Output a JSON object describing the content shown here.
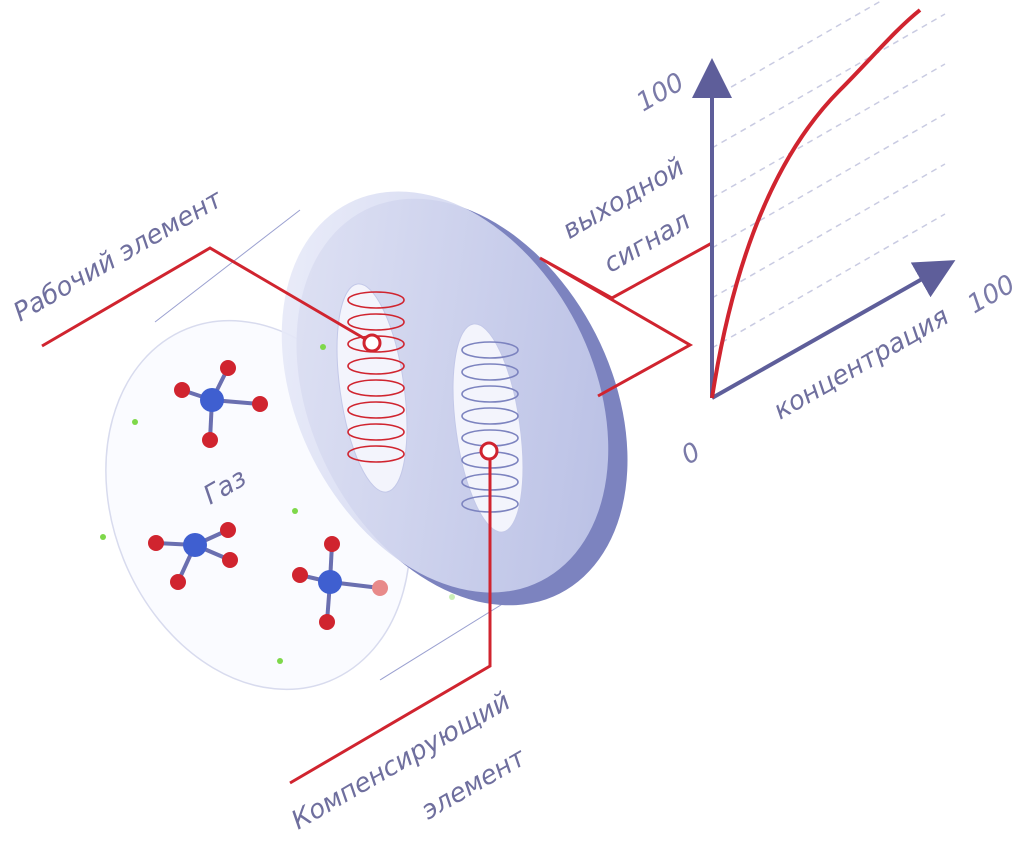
{
  "labels": {
    "working_element": "Рабочий элемент",
    "compensating_line1": "Компенсирующий",
    "compensating_line2": "элемент",
    "gas": "Газ",
    "output_line1": "выходной",
    "output_line2": "сигнал",
    "concentration": "концентрация",
    "y_max": "100",
    "x_max": "100",
    "origin": "0"
  },
  "colors": {
    "accent": "#d0242f",
    "axis": "#5e5e9a",
    "atom_center": "#3f5fd0",
    "atom_outer": "#d0242f",
    "particle": "#7ed84a"
  }
}
